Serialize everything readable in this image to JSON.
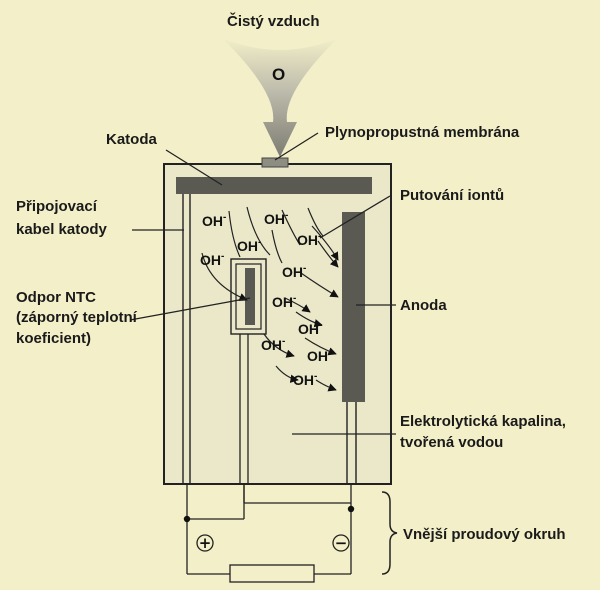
{
  "labels": {
    "air": "Čistý vzduch",
    "oxygen": "O",
    "cathode": "Katoda",
    "membrane": "Plynopropustná membrána",
    "cable_line1": "Připojovací",
    "cable_line2": "kabel katody",
    "ion_travel": "Putování iontů",
    "ntc_line1": "Odpor NTC",
    "ntc_line2": "(záporný teplotní",
    "ntc_line3": "koeficient)",
    "anode": "Anoda",
    "electrolyte_line1": "Elektrolytická kapalina,",
    "electrolyte_line2": "tvořená vodou",
    "circuit": "Vnější proudový okruh"
  },
  "ions": [
    {
      "base": "OH",
      "charge": "-"
    },
    {
      "base": "OH",
      "charge": "-"
    },
    {
      "base": "OH",
      "charge": "-"
    },
    {
      "base": "OH",
      "charge": "-"
    },
    {
      "base": "OH",
      "charge": "-"
    },
    {
      "base": "OH",
      "charge": "-"
    },
    {
      "base": "OH",
      "charge": "-"
    },
    {
      "base": "OH",
      "charge": "-"
    },
    {
      "base": "OH",
      "charge": "-"
    },
    {
      "base": "OH",
      "charge": "-"
    },
    {
      "base": "OH",
      "charge": "-"
    }
  ],
  "terminals": {
    "plus": "+",
    "minus": "−"
  },
  "colors": {
    "background": "#f3efc9",
    "cell_fill": "#ebe8c9",
    "electrode": "#5a5a52",
    "arrow_fill": "#8e8d82",
    "line": "#222222"
  }
}
